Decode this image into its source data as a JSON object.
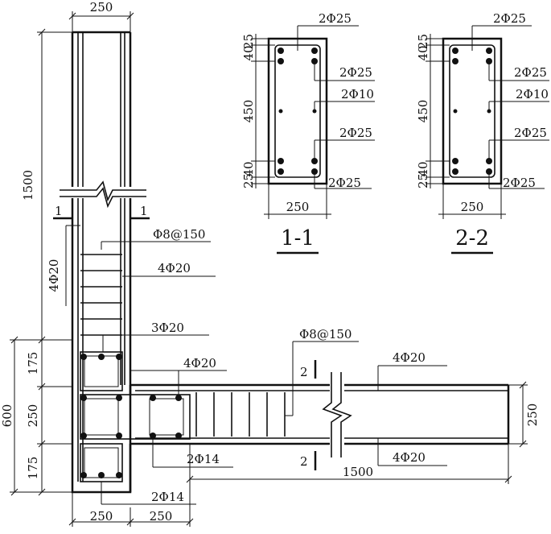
{
  "labels": {
    "col_width_top": "250",
    "col_height": "1500",
    "col_side_bars": "4Φ20",
    "col_stirrup": "Φ8@150",
    "col_main": "4Φ20",
    "joint_top": "3Φ20",
    "joint_beam_top": "4Φ20",
    "joint_beam_bottom": "2Φ14",
    "joint_bottom": "2Φ14",
    "beam_stirrup": "Φ8@150",
    "beam_top": "4Φ20",
    "beam_bottom": "4Φ20",
    "beam_length": "1500",
    "beam_depth": "250",
    "dim_left_total": "600",
    "dim_175_a": "175",
    "dim_250_mid": "250",
    "dim_175_b": "175",
    "dim_bottom_1": "250",
    "dim_bottom_2": "250",
    "cut_1_left": "1",
    "cut_1_right": "1",
    "cut_2_top": "2",
    "cut_2_bottom": "2"
  },
  "sections": [
    {
      "title": "1-1",
      "top_bars": "2Φ25",
      "upper_bars": "2Φ25",
      "middle_bars": "2Φ10",
      "lower_bars": "2Φ25",
      "bottom_bars": "2Φ25",
      "dim_cover_top": "25",
      "dim_top": "40",
      "dim_mid": "450",
      "dim_bottom": "40",
      "dim_cover_bottom": "25",
      "width": "250"
    },
    {
      "title": "2-2",
      "top_bars": "2Φ25",
      "upper_bars": "2Φ25",
      "middle_bars": "2Φ10",
      "lower_bars": "2Φ25",
      "bottom_bars": "2Φ25",
      "dim_cover_top": "25",
      "dim_top": "40",
      "dim_mid": "450",
      "dim_bottom": "40",
      "dim_cover_bottom": "25",
      "width": "250"
    }
  ]
}
